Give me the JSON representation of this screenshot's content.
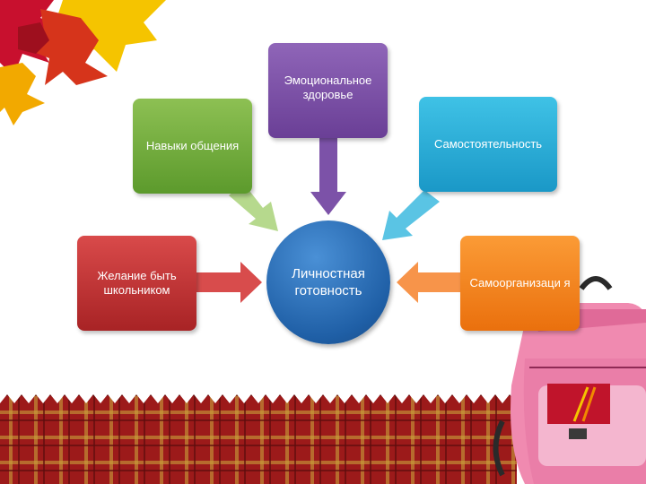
{
  "center": {
    "label": "Личностная готовность"
  },
  "boxes": {
    "emotional": "Эмоциональное здоровье",
    "communication": "Навыки общения",
    "independence": "Самостоятельность",
    "desire": "Желание быть школьником",
    "selforg": "Самоорганизаци я"
  },
  "decor": {
    "leaves_colors": [
      "#c8102e",
      "#f2a900",
      "#f5c400",
      "#e87722"
    ],
    "fence_color": "#a01c1c",
    "backpack_color": "#f08ab0"
  }
}
